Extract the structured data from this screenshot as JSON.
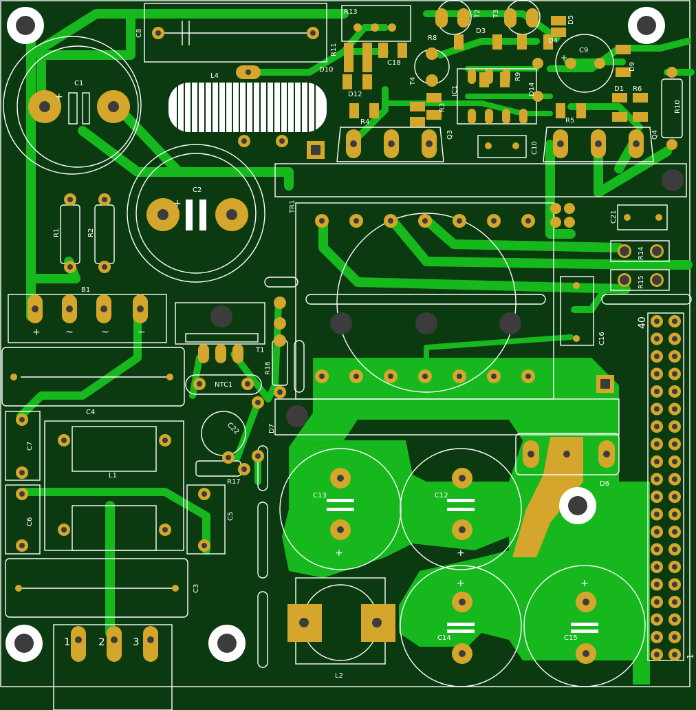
{
  "board": {
    "background": "#0b3a10",
    "copper_color": "#16b81d",
    "pad_color": "#d4a72c",
    "silk_color": "#ffffff",
    "drill_color": "#3c3c3c"
  },
  "labels": {
    "R13": "R13",
    "T2": "T2",
    "T3": "T3",
    "D5": "D5",
    "C8": "C8",
    "R11": "R11",
    "R8": "R8",
    "D3": "D3",
    "D4": "D4",
    "C9": "C9",
    "D9": "D9",
    "D10": "D10",
    "C18": "C18",
    "D12": "D12",
    "C1": "C1",
    "L4": "L4",
    "T4": "T4",
    "IC1": "IC1",
    "R9": "R9",
    "D14": "D14",
    "R3": "R3",
    "D1": "D1",
    "R6": "R6",
    "R10": "R10",
    "R4": "R4",
    "R5": "R5",
    "Q3": "Q3",
    "C10": "C10",
    "Q4": "Q4",
    "C2": "C2",
    "TR1": "TR1",
    "R1": "R1",
    "R2": "R2",
    "C21": "C21",
    "R14": "R14",
    "R15": "R15",
    "B1": "B1",
    "C16": "C16",
    "T1": "T1",
    "R16": "R16",
    "NTC1": "NTC1",
    "C4": "C4",
    "C7": "C7",
    "C22": "C22",
    "D7": "D7",
    "L1": "L1",
    "R17": "R17",
    "D6": "D6",
    "C6": "C6",
    "C5": "C5",
    "C13": "C13",
    "C12": "C12",
    "C3": "C3",
    "C14": "C14",
    "C15": "C15",
    "L2": "L2",
    "pin1": "1",
    "pin2": "2",
    "pin3": "3",
    "pin40": "40",
    "plus": "+",
    "minus": "−",
    "tilde": "~",
    "minus_pin": "−",
    "pinOne": "1"
  }
}
